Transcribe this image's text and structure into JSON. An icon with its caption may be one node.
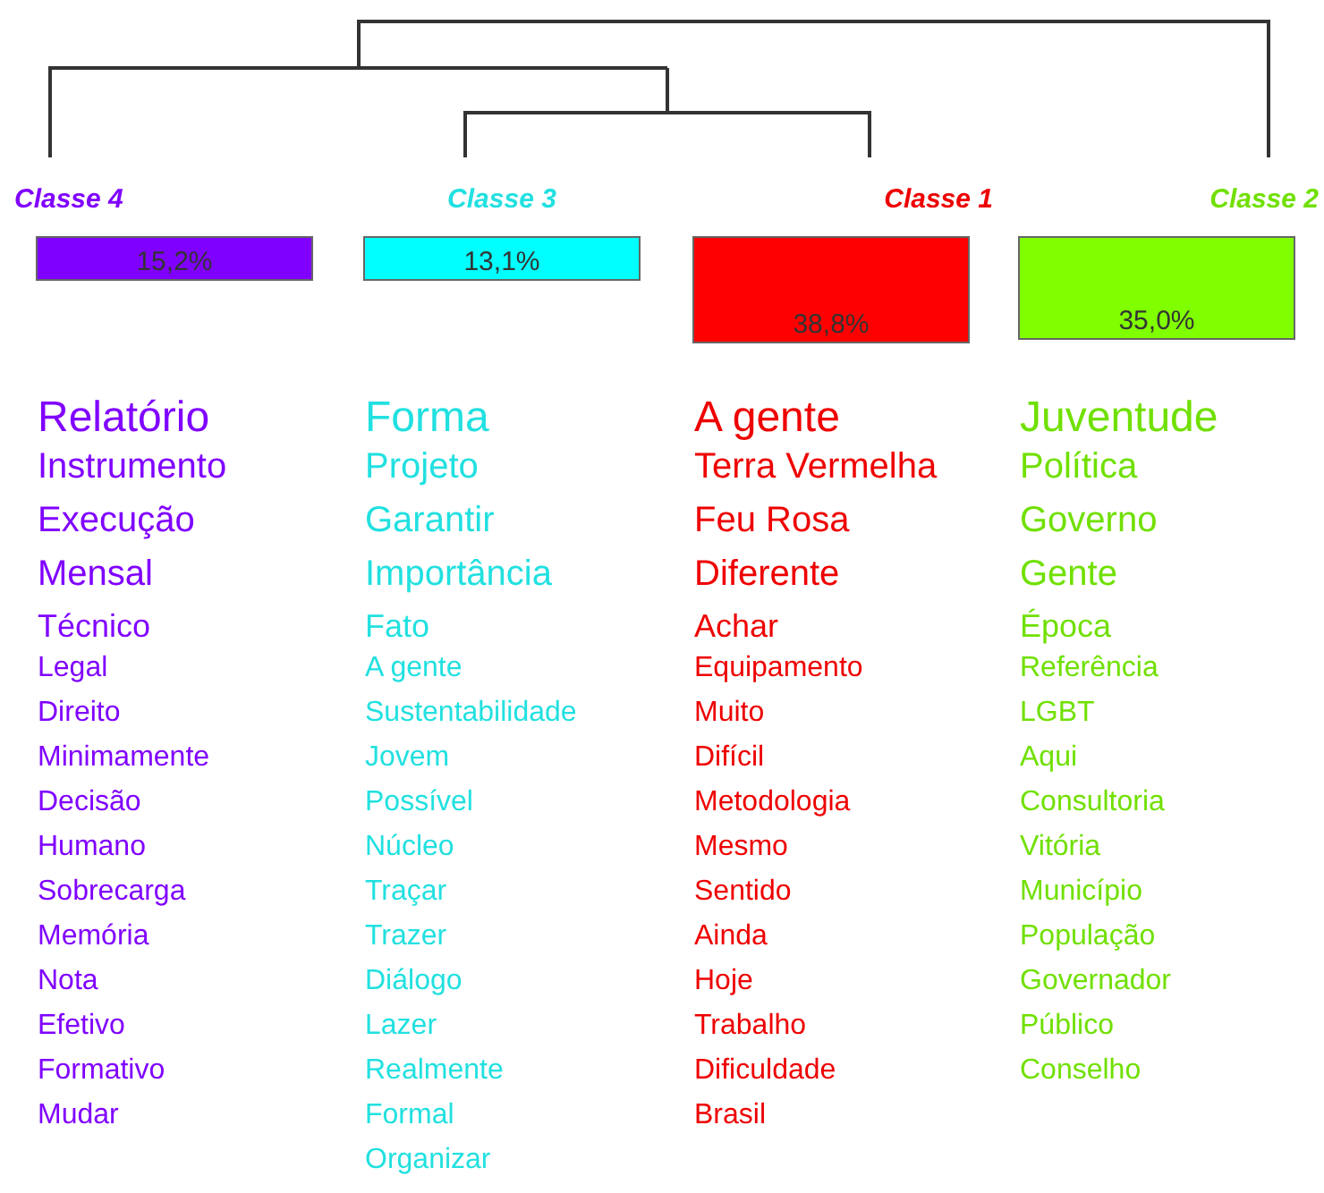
{
  "diagram": {
    "nodes": [
      {
        "text": [
          "Classe 4",
          "15,2%"
        ],
        "beside": [
          "Relatório",
          "Instrumento",
          "Execução",
          "Mensal",
          "Técnico",
          "Legal",
          "Direito",
          "Minimamente",
          "Decisão",
          "Humano",
          "Sobrecarga",
          "Memória",
          "Nota",
          "Efetivo",
          "Formativo",
          "Mudar"
        ]
      },
      {
        "text": [
          "Classe 3",
          "13,1%"
        ],
        "beside": [
          "Forma",
          "Projeto",
          "Garantir",
          "Importância",
          "Fato",
          "A gente",
          "Sustentabilidade",
          "Jovem",
          "Possível",
          "Núcleo",
          "Traçar",
          "Trazer",
          "Diálogo",
          "Lazer",
          "Realmente",
          "Formal",
          "Organizar"
        ]
      },
      {
        "text": [
          "Classe 1",
          "38,8%"
        ],
        "beside": [
          "A gente",
          "Terra Vermelha",
          "Feu Rosa",
          "Diferente",
          "Achar",
          "Equipamento",
          "Muito",
          "Difícil",
          "Metodologia",
          "Mesmo",
          "Sentido",
          "Ainda",
          "Hoje",
          "Trabalho",
          "Dificuldade",
          "Brasil"
        ]
      },
      {
        "text": [
          "Classe 2",
          "35,0%"
        ],
        "beside": [
          "Juventude",
          "Política",
          "Governo",
          "Gente",
          "Época",
          "Referência",
          "LGBT",
          "Aqui",
          "Consultoria",
          "Vitória",
          "Município",
          "População",
          "Governador",
          "Público",
          "Conselho"
        ]
      }
    ]
  }
}
